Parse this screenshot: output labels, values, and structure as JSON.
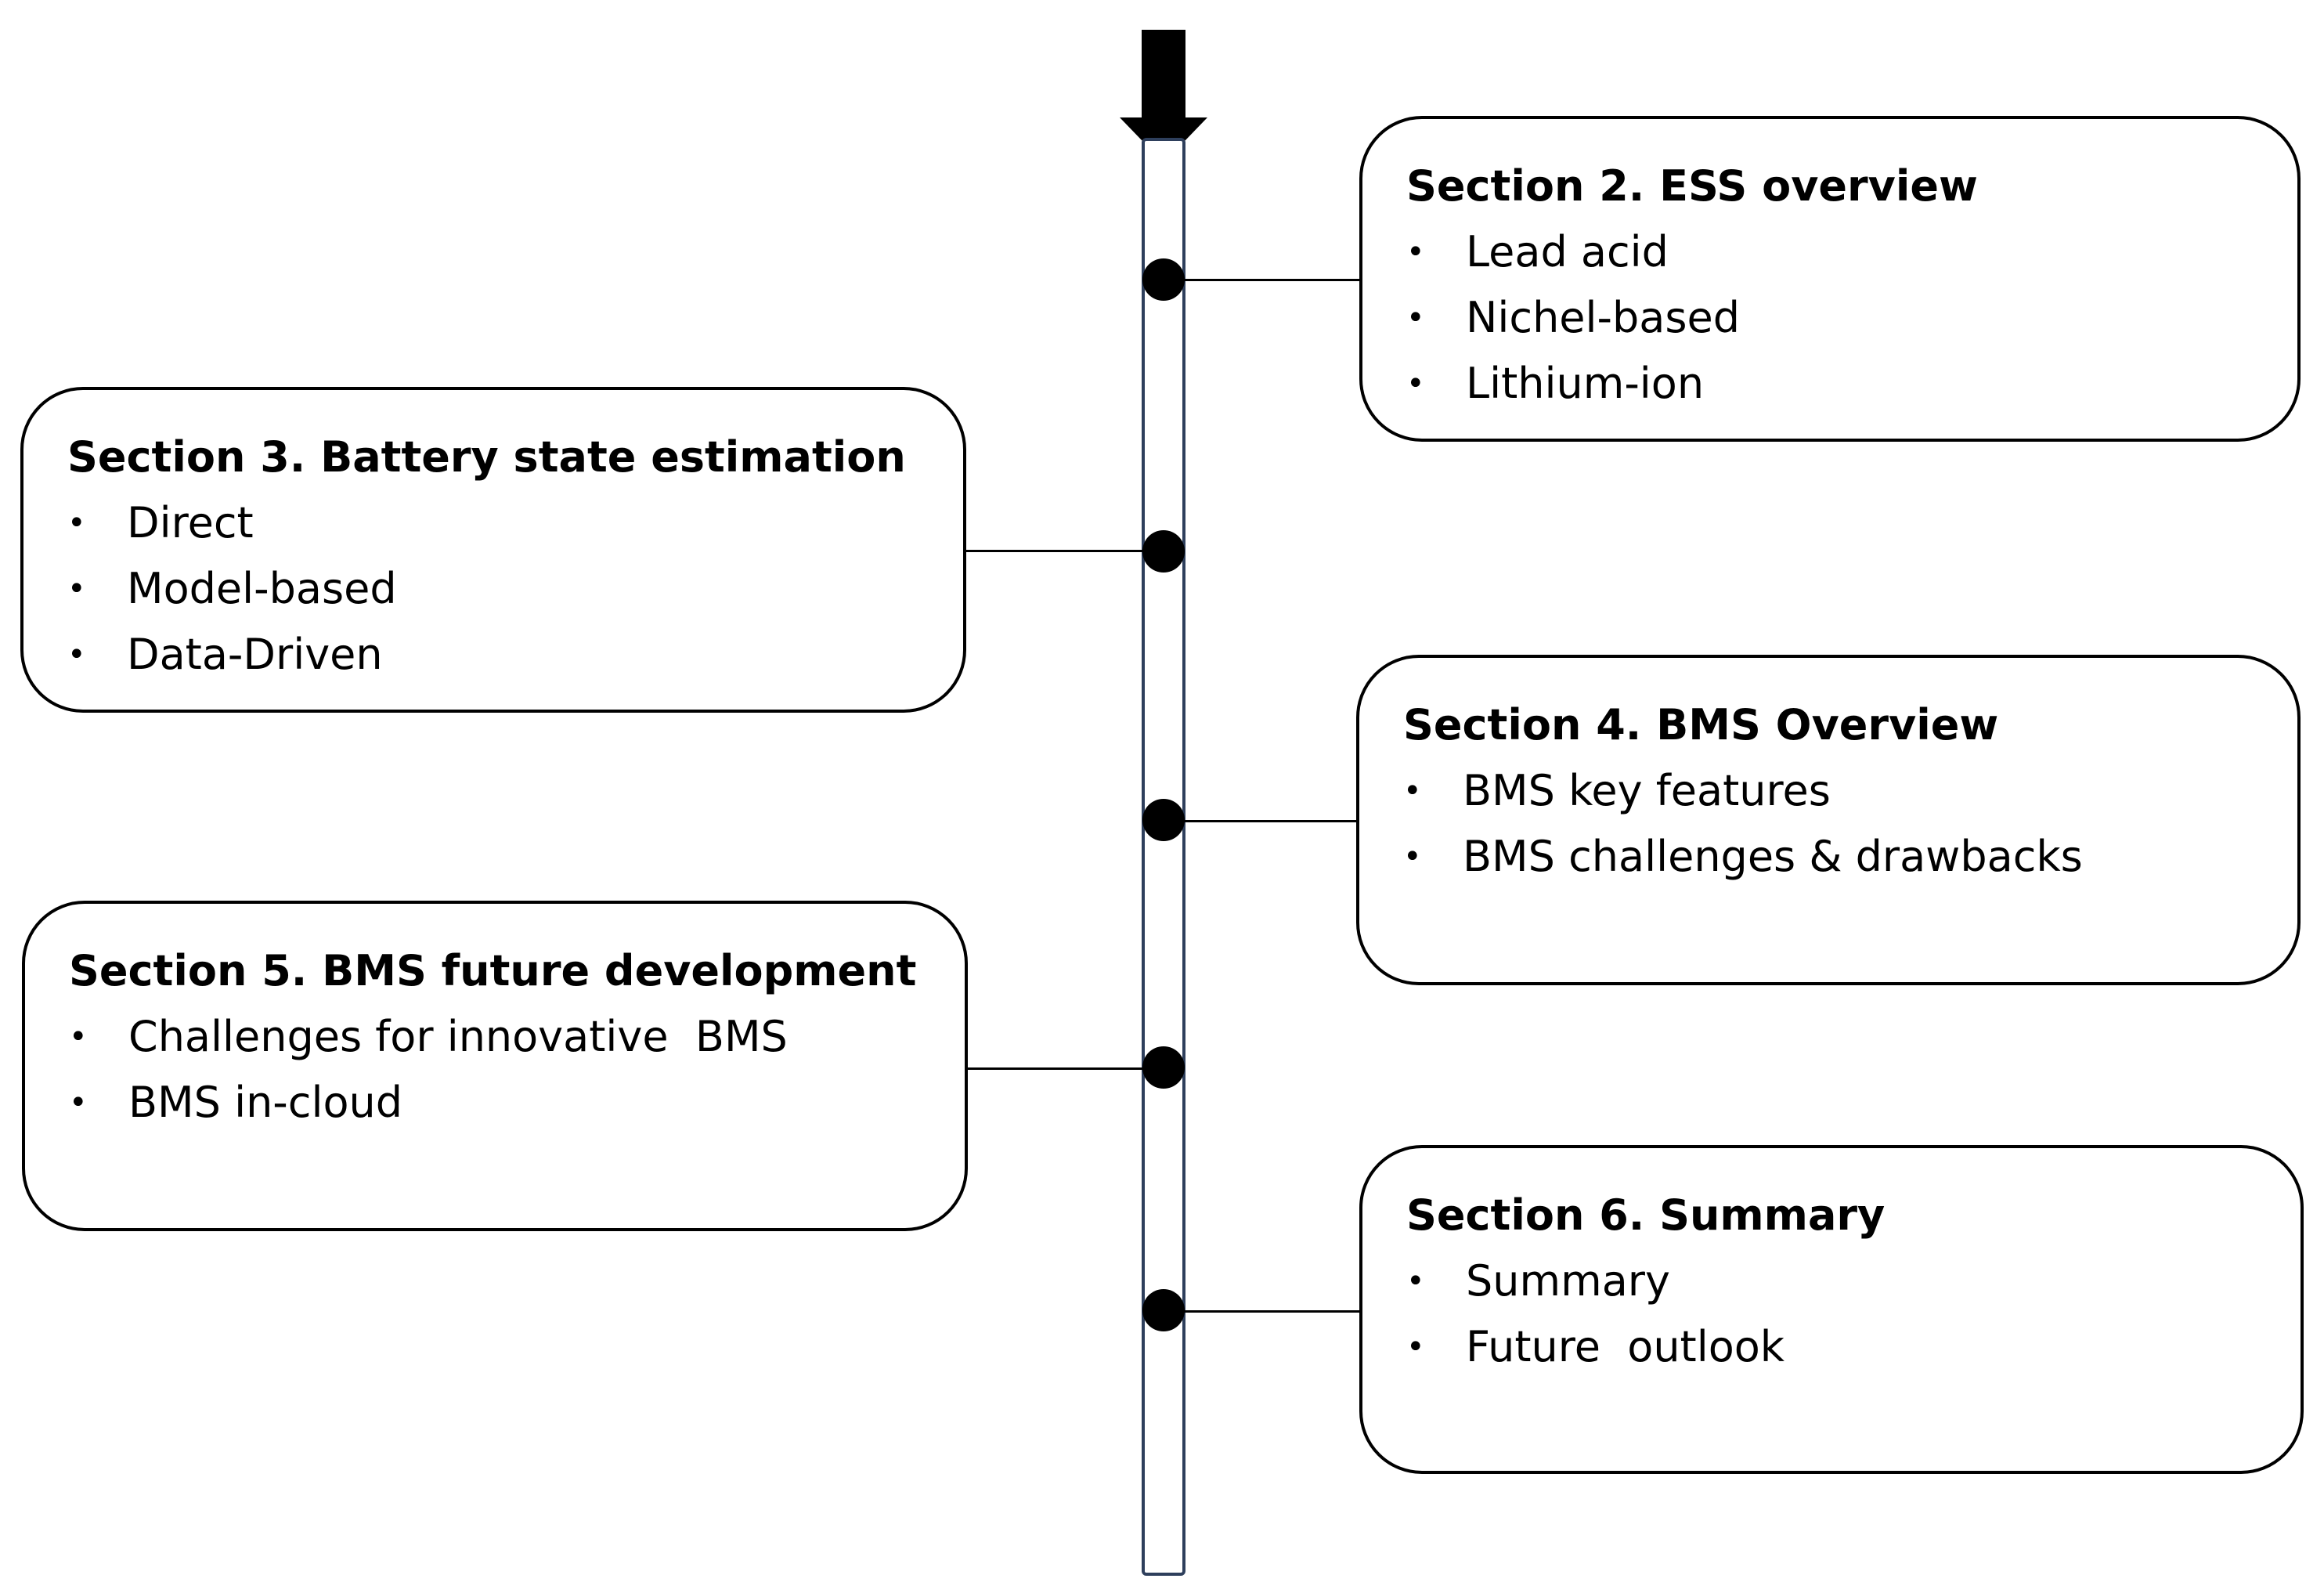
{
  "sections": [
    {
      "title": "Section 2. ESS overview",
      "items": [
        "Lead acid",
        "Nichel-based",
        "Lithium-ion"
      ]
    },
    {
      "title": "Section 3. Battery state estimation",
      "items": [
        "Direct",
        "Model-based",
        "Data-Driven"
      ]
    },
    {
      "title": "Section 4. BMS Overview",
      "items": [
        "BMS key features",
        "BMS challenges & drawbacks"
      ]
    },
    {
      "title": "Section 5. BMS future development",
      "items": [
        "Challenges for innovative  BMS",
        "BMS in-cloud"
      ]
    },
    {
      "title": "Section 6. Summary",
      "items": [
        "Summary",
        "Future  outlook"
      ]
    }
  ],
  "bullet_glyph": "•",
  "colors": {
    "line": "#000000",
    "track_border": "#2e3f5c",
    "node": "#000000"
  }
}
